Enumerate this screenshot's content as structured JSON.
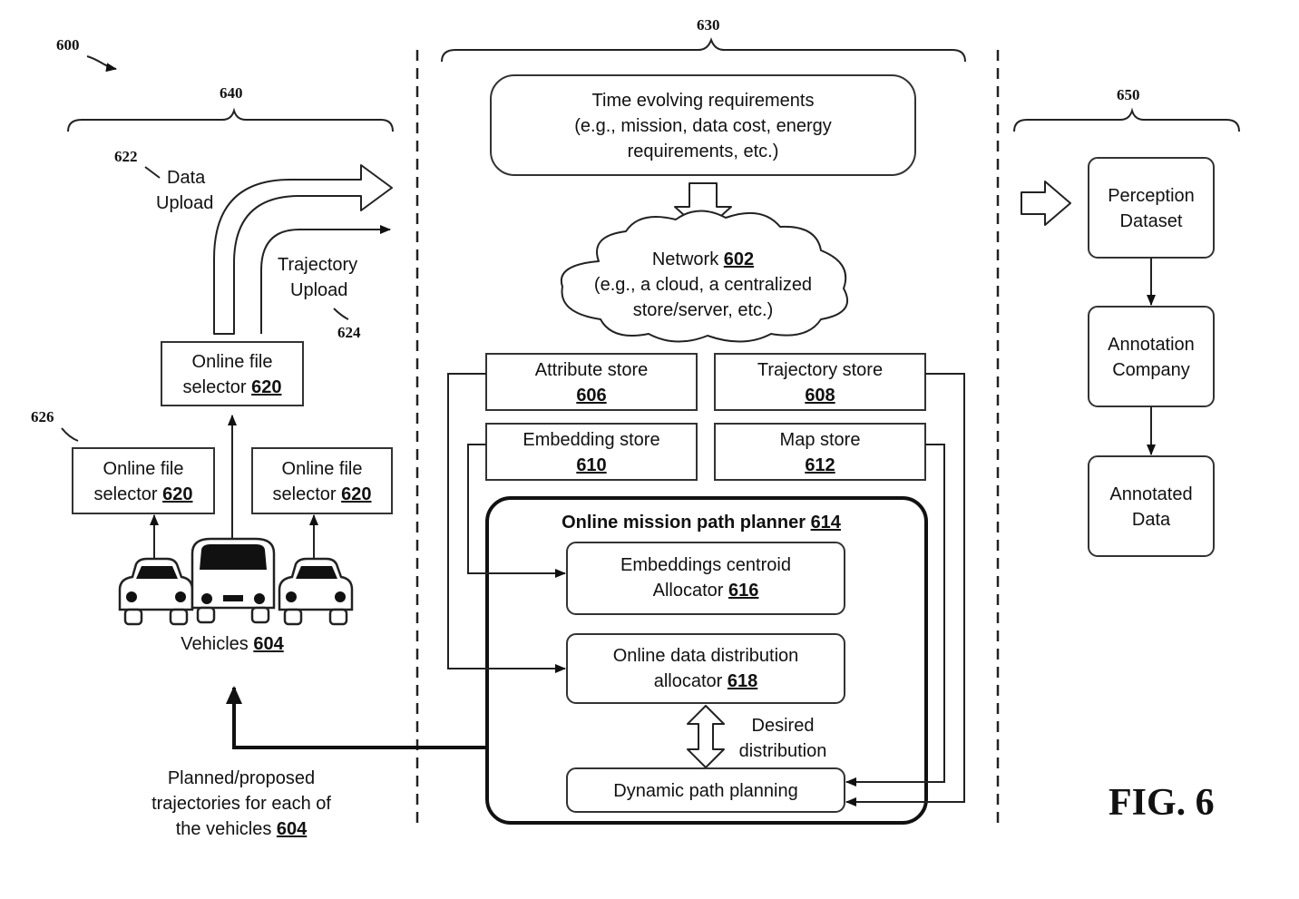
{
  "figure": {
    "label": "FIG. 6",
    "refs": {
      "system": "600",
      "vehicle_side": "640",
      "server_side": "630",
      "annotation_side": "650",
      "data_upload": "622",
      "trajectory_upload": "624",
      "vehicle_selectors": "626"
    }
  },
  "vehicle_side": {
    "data_upload": {
      "line1": "Data",
      "line2": "Upload"
    },
    "trajectory_upload": {
      "line1": "Trajectory",
      "line2": "Upload"
    },
    "file_selector_top": {
      "line1": "Online file",
      "line2": "selector",
      "ref": "620"
    },
    "file_selector_left": {
      "line1": "Online file",
      "line2": "selector",
      "ref": "620"
    },
    "file_selector_right": {
      "line1": "Online file",
      "line2": "selector",
      "ref": "620"
    },
    "vehicles": {
      "label": "Vehicles",
      "ref": "604"
    },
    "planned": {
      "line1": "Planned/proposed",
      "line2": "trajectories for each of",
      "line3": "the vehicles",
      "ref": "604"
    }
  },
  "server_side": {
    "requirements": {
      "line1": "Time evolving requirements",
      "line2": "(e.g., mission, data cost, energy",
      "line3": "requirements, etc.)"
    },
    "network": {
      "label": "Network",
      "ref": "602",
      "line2": "(e.g., a cloud, a centralized",
      "line3": "store/server, etc.)"
    },
    "attribute_store": {
      "label": "Attribute store",
      "ref": "606"
    },
    "trajectory_store": {
      "label": "Trajectory store",
      "ref": "608"
    },
    "embedding_store": {
      "label": "Embedding store",
      "ref": "610"
    },
    "map_store": {
      "label": "Map store",
      "ref": "612"
    },
    "planner": {
      "label": "Online mission path planner",
      "ref": "614"
    },
    "centroid": {
      "line1": "Embeddings centroid",
      "line2": "Allocator",
      "ref": "616"
    },
    "distribution": {
      "line1": "Online data distribution",
      "line2": "allocator",
      "ref": "618"
    },
    "desired": {
      "line1": "Desired",
      "line2": "distribution"
    },
    "dynamic": {
      "label": "Dynamic path planning"
    }
  },
  "annotation_side": {
    "perception": {
      "line1": "Perception",
      "line2": "Dataset"
    },
    "company": {
      "line1": "Annotation",
      "line2": "Company"
    },
    "annotated": {
      "line1": "Annotated",
      "line2": "Data"
    }
  }
}
